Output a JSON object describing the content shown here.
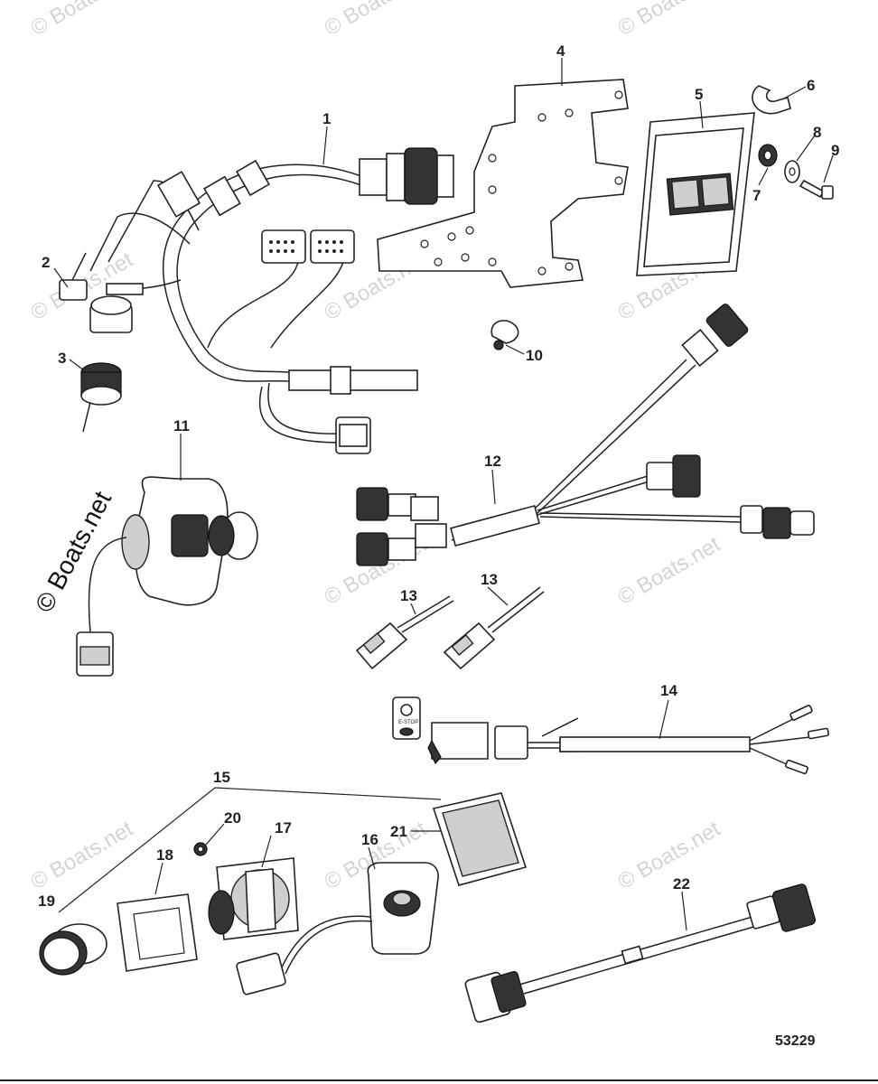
{
  "diagram": {
    "reference_number": "53229",
    "watermark_text": "© Boats.net",
    "callouts": {
      "c1": "1",
      "c2": "2",
      "c3": "3",
      "c4": "4",
      "c5": "5",
      "c6": "6",
      "c7": "7",
      "c8": "8",
      "c9": "9",
      "c10": "10",
      "c11": "11",
      "c12": "12",
      "c13a": "13",
      "c13b": "13",
      "c14": "14",
      "c15": "15",
      "c16": "16",
      "c17": "17",
      "c18": "18",
      "c19": "19",
      "c20": "20",
      "c21": "21",
      "c22": "22"
    },
    "stop_switch_label": "E-STOP"
  }
}
